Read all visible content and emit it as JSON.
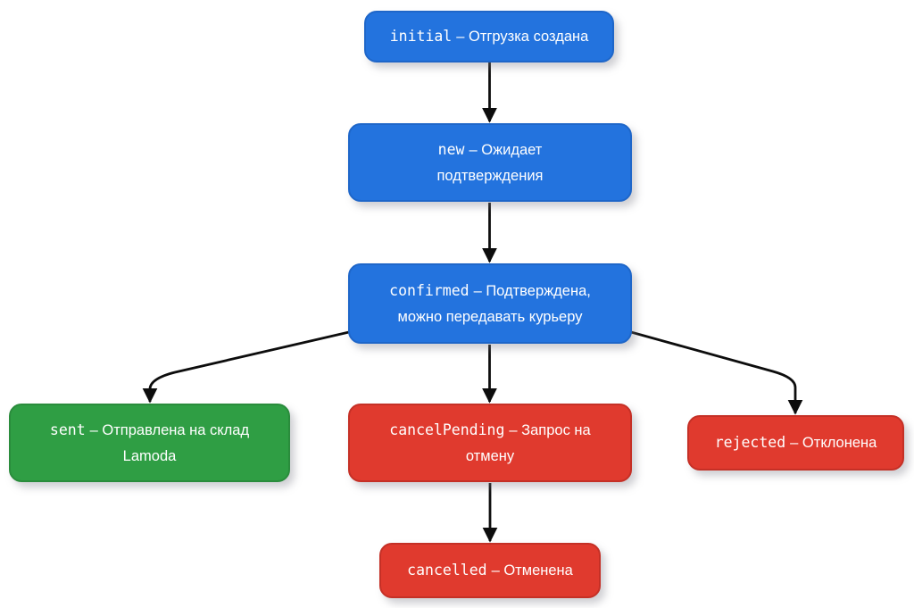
{
  "colors": {
    "blue": "#2373de",
    "blueBorder": "#1e66c9",
    "green": "#2f9e44",
    "greenBorder": "#2a8c3c",
    "red": "#e03a2e",
    "redBorder": "#c53026",
    "arrow": "#0d0d0d"
  },
  "nodes": [
    {
      "id": "initial",
      "code": "initial",
      "desc": "– Отгрузка создана",
      "color": "blue"
    },
    {
      "id": "new",
      "code": "new",
      "desc": "– Ожидает\nподтверждения",
      "color": "blue"
    },
    {
      "id": "confirmed",
      "code": "confirmed",
      "desc": "– Подтверждена,\nможно передавать курьеру",
      "color": "blue"
    },
    {
      "id": "sent",
      "code": "sent",
      "desc": "– Отправлена на склад\nLamoda",
      "color": "green"
    },
    {
      "id": "cancelPending",
      "code": "cancelPending",
      "desc": "– Запрос на\nотмену",
      "color": "red"
    },
    {
      "id": "rejected",
      "code": "rejected",
      "desc": "– Отклонена",
      "color": "red"
    },
    {
      "id": "cancelled",
      "code": "cancelled",
      "desc": "– Отменена",
      "color": "red"
    }
  ],
  "edges": [
    {
      "from": "initial",
      "to": "new"
    },
    {
      "from": "new",
      "to": "confirmed"
    },
    {
      "from": "confirmed",
      "to": "sent"
    },
    {
      "from": "confirmed",
      "to": "cancelPending"
    },
    {
      "from": "confirmed",
      "to": "rejected"
    },
    {
      "from": "cancelPending",
      "to": "cancelled"
    }
  ]
}
